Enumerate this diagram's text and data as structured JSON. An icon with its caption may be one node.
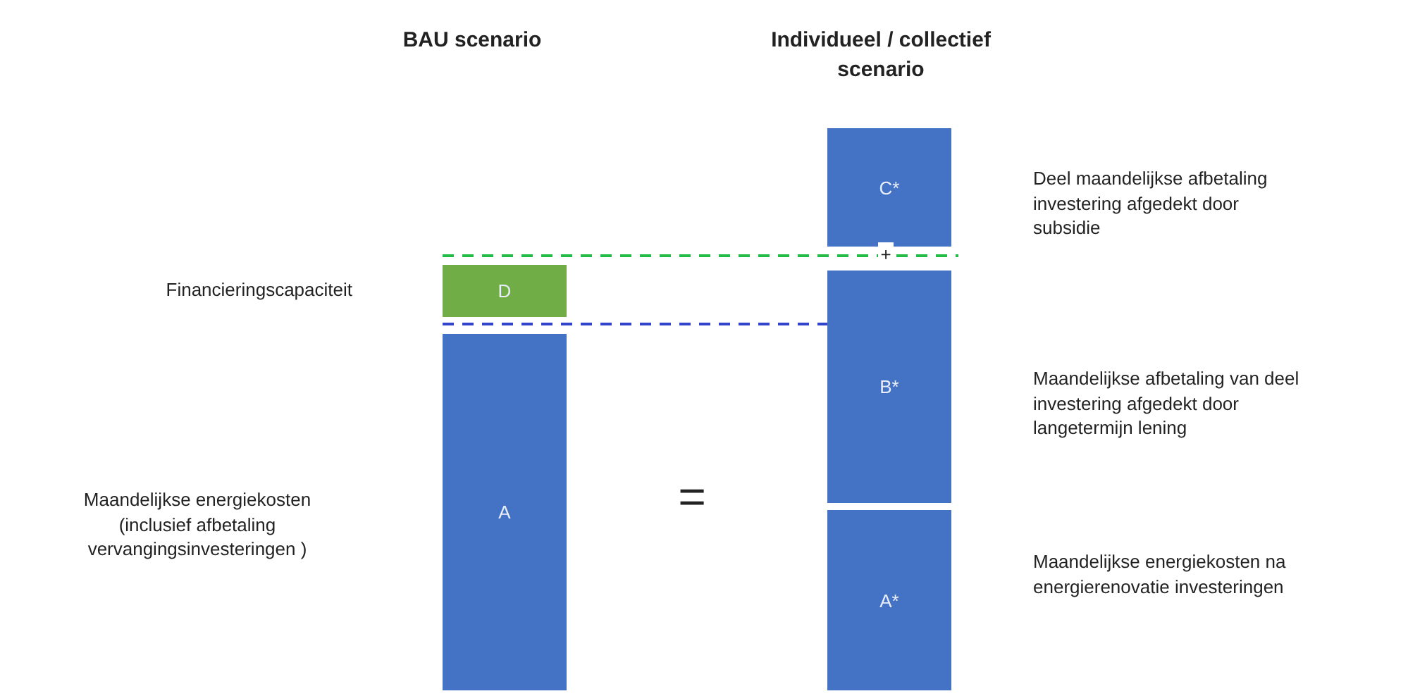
{
  "diagram": {
    "nodes": [
      {
        "text": [
          "D"
        ]
      },
      {
        "text": [
          "A"
        ]
      },
      {
        "text": [
          "C*"
        ]
      },
      {
        "text": [
          "B*"
        ]
      },
      {
        "text": [
          "A*"
        ]
      }
    ],
    "edges": [
      {
        "from": 0,
        "to": 2,
        "arrow": "none",
        "style": "dashed",
        "color": "#22bb44"
      },
      {
        "from": 0,
        "to": 3,
        "arrow": "none",
        "style": "dashed",
        "color": "#3344cc"
      }
    ],
    "labels": [
      "BAU scenario",
      "Individueel / collectief scenario",
      "Deel maandelijkse afbetaling investering afgedekt door subsidie",
      "+",
      "Financieringscapaciteit",
      "Maandelijkse afbetaling van deel investering afgedekt door langetermijn lening",
      "=",
      "Maandelijkse energiekosten (inclusief afbetaling vervangingsinvesteringen )",
      "Maandelijkse energiekosten na energierenovatie investeringen"
    ]
  }
}
